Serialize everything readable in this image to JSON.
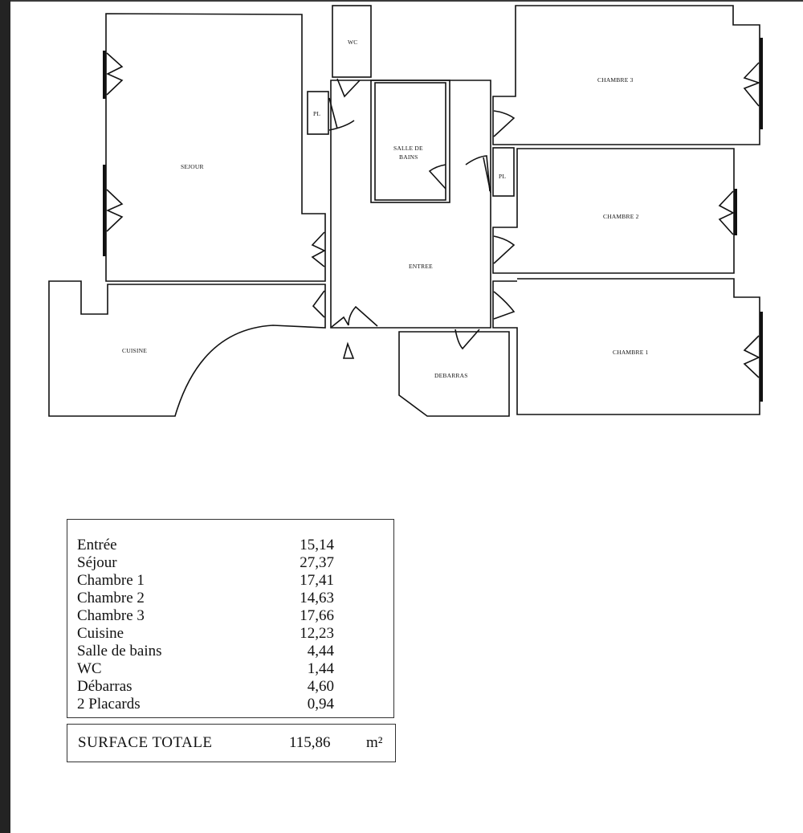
{
  "plan": {
    "rooms": {
      "sejour": "SEJOUR",
      "wc": "WC",
      "pl_left": "PL",
      "salle_de_bains_line1": "SALLE DE",
      "salle_de_bains_line2": "BAINS",
      "pl_right": "PL",
      "chambre3": "CHAMBRE 3",
      "chambre2": "CHAMBRE 2",
      "entree": "ENTREE",
      "cuisine": "CUISINE",
      "debarras": "DEBARRAS",
      "chambre1": "CHAMBRE 1"
    },
    "entrance_marker": "entrance-triangle-icon"
  },
  "areas_table": {
    "rows": [
      {
        "name": "Entrée",
        "value": "15,14"
      },
      {
        "name": "Séjour",
        "value": "27,37"
      },
      {
        "name": "Chambre 1",
        "value": "17,41"
      },
      {
        "name": "Chambre 2",
        "value": "14,63"
      },
      {
        "name": "Chambre 3",
        "value": "17,66"
      },
      {
        "name": "Cuisine",
        "value": "12,23"
      },
      {
        "name": "Salle de bains",
        "value": "4,44"
      },
      {
        "name": "WC",
        "value": "1,44"
      },
      {
        "name": "Débarras",
        "value": "4,60"
      },
      {
        "name": "2 Placards",
        "value": "0,94"
      }
    ],
    "total": {
      "label": "SURFACE  TOTALE",
      "value": "115,86",
      "unit": "m²"
    }
  },
  "colors": {
    "line": "#111111",
    "sidebar": "#232323",
    "background": "#ffffff"
  }
}
